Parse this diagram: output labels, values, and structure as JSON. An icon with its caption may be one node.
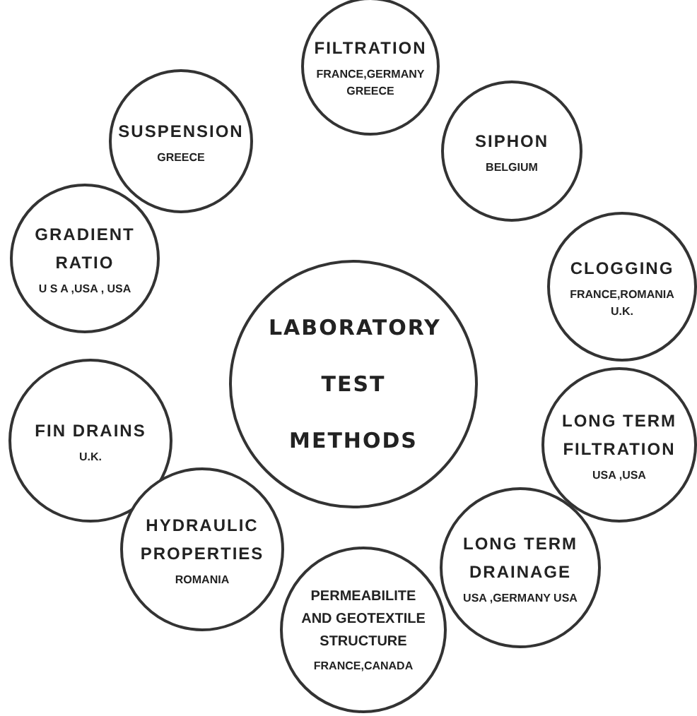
{
  "diagram": {
    "nodes": [
      {
        "text": [
          "FILTRATION",
          "FRANCE,GERMANY GREECE"
        ]
      },
      {
        "text": [
          "SUSPENSION",
          "GREECE"
        ]
      },
      {
        "text": [
          "SIPHON",
          "BELGIUM"
        ]
      },
      {
        "text": [
          "GRADIENT RATIO",
          "U S A ,USA , USA"
        ]
      },
      {
        "text": [
          "CLOGGING",
          "FRANCE,ROMANIA U.K."
        ]
      },
      {
        "text": [
          "LABORATORY TEST METHODS"
        ]
      },
      {
        "text": [
          "FIN DRAINS",
          "U.K."
        ]
      },
      {
        "text": [
          "LONG TERM FILTRATION",
          "USA ,USA"
        ]
      },
      {
        "text": [
          "HYDRAULIC PROPERTIES",
          "ROMANIA"
        ]
      },
      {
        "text": [
          "LONG TERM DRAINAGE",
          "USA ,GERMANY USA"
        ]
      },
      {
        "text": [
          "PERMEABILITE AND GEOTEXTILE STRUCTURE",
          "FRANCE,CANADA"
        ]
      }
    ]
  }
}
